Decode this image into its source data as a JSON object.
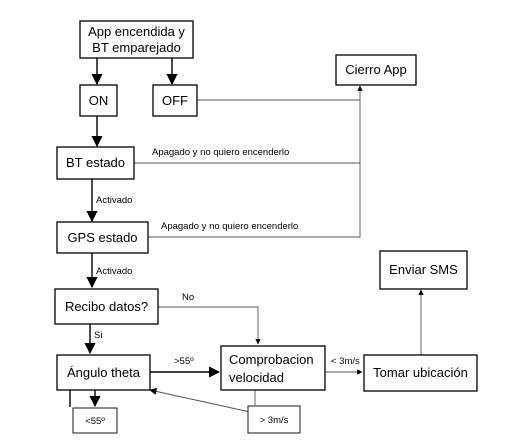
{
  "nodes": {
    "app": {
      "line1": "App encendida y",
      "line2": "BT emparejado"
    },
    "on": "ON",
    "off": "OFF",
    "cierre": "Cierro App",
    "bt": "BT estado",
    "gps": "GPS estado",
    "recibo": "Recibo datos?",
    "angulo": "Ángulo theta",
    "comprobacion": {
      "line1": "Comprobacion",
      "line2": "velocidad"
    },
    "tomar": "Tomar ubicación",
    "enviar": "Enviar SMS",
    "menor55": "<55º",
    "mayor3": "> 3m/s"
  },
  "edges": {
    "bt_off": "Apagado y no quiero encenderlo",
    "gps_off": "Apagado y no quiero encenderlo",
    "bt_on": "Activado",
    "gps_on": "Activado",
    "no": "No",
    "si": "Si",
    "gt55": ">55º",
    "lt3": "< 3m/s"
  }
}
